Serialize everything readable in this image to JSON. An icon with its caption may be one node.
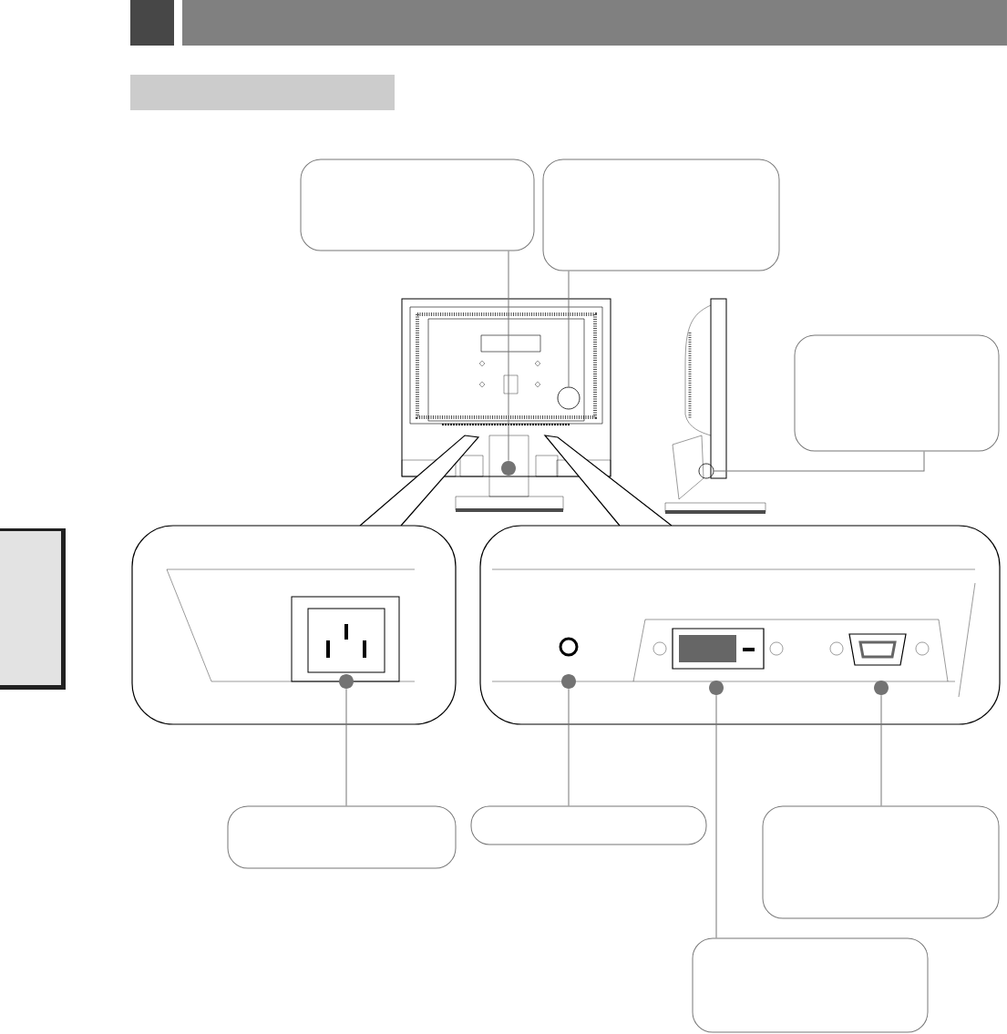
{
  "diagram": {
    "nodes": [
      {
        "text": [],
        "shape": "box"
      },
      {
        "text": [],
        "shape": "box"
      },
      {
        "text": [],
        "shape": "box"
      },
      {
        "text": [],
        "shape": "circle"
      },
      {
        "text": [],
        "shape": "circle"
      },
      {
        "text": [],
        "shape": "circle"
      },
      {
        "text": [],
        "shape": "circle"
      },
      {
        "text": [],
        "shape": "circle"
      },
      {
        "text": [],
        "shape": "box"
      },
      {
        "text": [],
        "shape": "box"
      },
      {
        "text": [],
        "shape": "box"
      },
      {
        "text": [],
        "shape": "box"
      },
      {
        "text": [],
        "shape": "circle"
      },
      {
        "text": [],
        "shape": "circle"
      }
    ],
    "edges": [
      {
        "from": 0,
        "to": 3,
        "arrow": "none"
      },
      {
        "from": 1,
        "to": 12,
        "arrow": "none"
      },
      {
        "from": 2,
        "to": 13,
        "arrow": "none"
      },
      {
        "from": 4,
        "to": 8,
        "arrow": "none"
      },
      {
        "from": 5,
        "to": 9,
        "arrow": "none"
      },
      {
        "from": 7,
        "to": 10,
        "arrow": "none"
      },
      {
        "from": 6,
        "to": 11,
        "arrow": "none"
      }
    ]
  }
}
